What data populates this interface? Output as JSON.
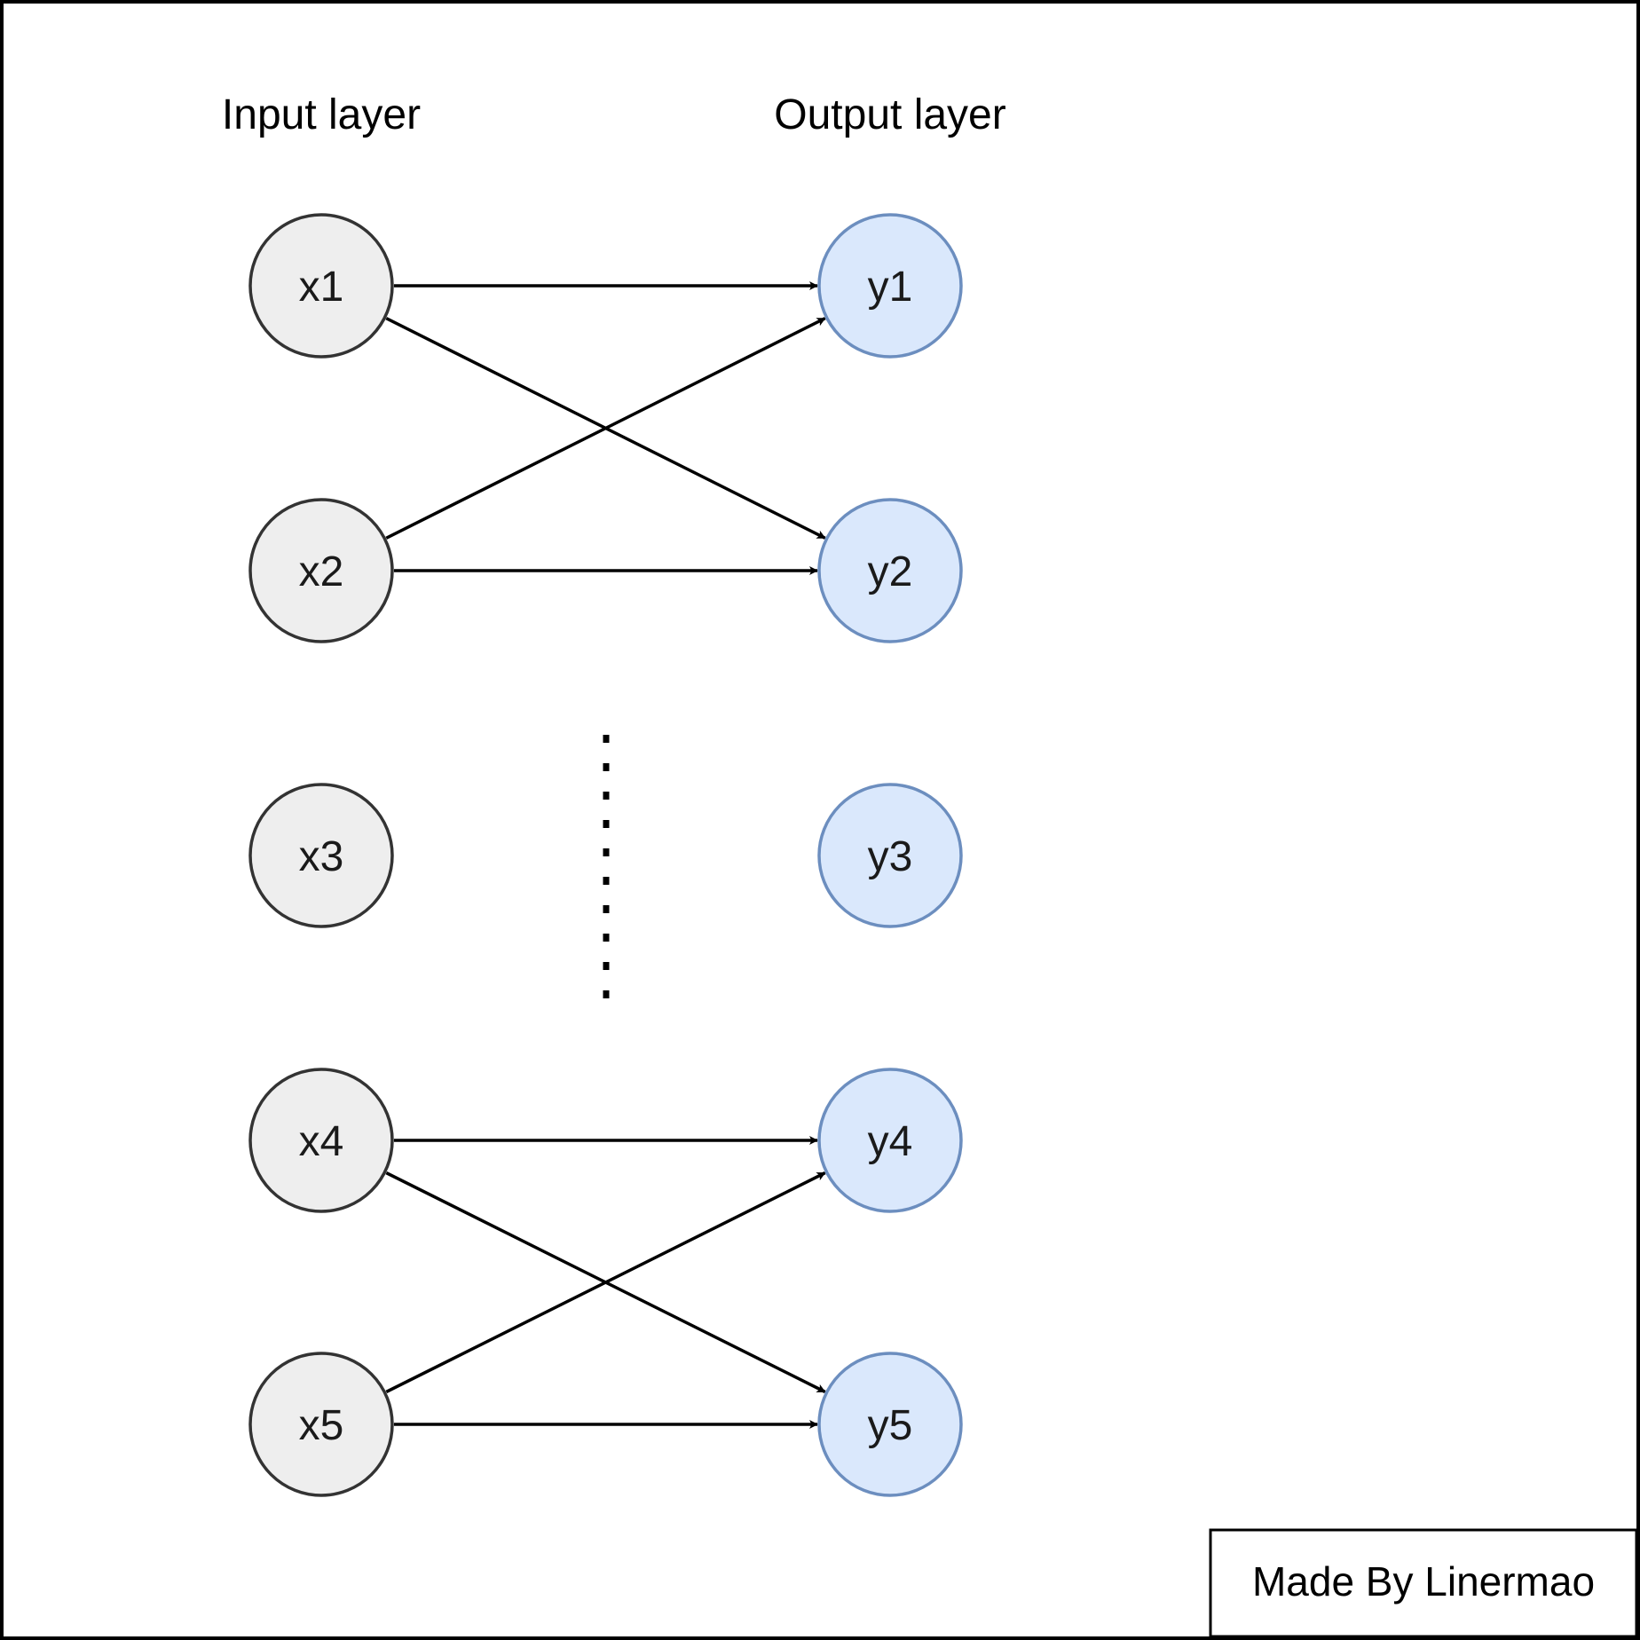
{
  "layers": {
    "input_title": "Input layer",
    "output_title": "Output layer"
  },
  "input_nodes": [
    "x1",
    "x2",
    "x3",
    "x4",
    "x5"
  ],
  "output_nodes": [
    "y1",
    "y2",
    "y3",
    "y4",
    "y5"
  ],
  "edges": [
    {
      "from": "x1",
      "to": "y1"
    },
    {
      "from": "x1",
      "to": "y2"
    },
    {
      "from": "x2",
      "to": "y1"
    },
    {
      "from": "x2",
      "to": "y2"
    },
    {
      "from": "x4",
      "to": "y4"
    },
    {
      "from": "x4",
      "to": "y5"
    },
    {
      "from": "x5",
      "to": "y4"
    },
    {
      "from": "x5",
      "to": "y5"
    }
  ],
  "credit": "Made By Linermao",
  "colors": {
    "input_fill": "#eeeeee",
    "input_stroke": "#333333",
    "output_fill": "#dae8fc",
    "output_stroke": "#6c8ebf",
    "edge": "#000000",
    "frame": "#000000"
  }
}
